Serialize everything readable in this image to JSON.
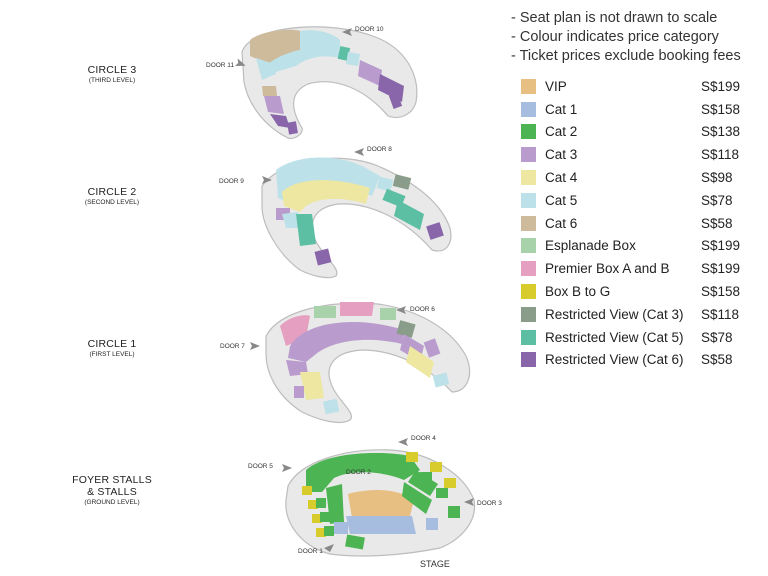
{
  "notes": [
    "- Seat plan is not drawn to scale",
    "- Colour indicates price category",
    "- Ticket prices exclude booking fees"
  ],
  "levels": [
    {
      "name": "CIRCLE 3",
      "sub": "(THIRD LEVEL)"
    },
    {
      "name": "CIRCLE 2",
      "sub": "(SECOND LEVEL)"
    },
    {
      "name": "CIRCLE 1",
      "sub": "(FIRST LEVEL)"
    },
    {
      "name": "FOYER STALLS",
      "name2": "& STALLS",
      "sub": "(GROUND LEVEL)"
    }
  ],
  "doors": {
    "d10": "DOOR 10",
    "d11": "DOOR 11",
    "d8": "DOOR 8",
    "d9": "DOOR 9",
    "d6": "DOOR 6",
    "d7": "DOOR 7",
    "d4": "DOOR 4",
    "d5": "DOOR 5",
    "d2": "DOOR 2",
    "d3": "DOOR 3",
    "d1": "DOOR 1"
  },
  "stage": "STAGE",
  "colors": {
    "vip": "#e8bf83",
    "cat1": "#a7bde0",
    "cat2": "#4cb452",
    "cat3": "#b99ccd",
    "cat4": "#ede7a2",
    "cat5": "#bde1e8",
    "cat6": "#cdbb9c",
    "esplanade": "#a8d2a9",
    "premier": "#e59fc0",
    "boxbg": "#d8cb2c",
    "rv3": "#8a9c8a",
    "rv5": "#5cbfa4",
    "rv6": "#8966a9",
    "floor": "#e9e9e9",
    "floorEdge": "#bdbdbd"
  },
  "legend": [
    {
      "label": "VIP",
      "price": "S$199",
      "color": "#e8bf83"
    },
    {
      "label": "Cat 1",
      "price": "S$158",
      "color": "#a7bde0"
    },
    {
      "label": "Cat 2",
      "price": "S$138",
      "color": "#4cb452"
    },
    {
      "label": "Cat 3",
      "price": "S$118",
      "color": "#b99ccd"
    },
    {
      "label": "Cat 4",
      "price": "S$98",
      "color": "#ede7a2"
    },
    {
      "label": "Cat 5",
      "price": "S$78",
      "color": "#bde1e8"
    },
    {
      "label": "Cat 6",
      "price": "S$58",
      "color": "#cdbb9c"
    },
    {
      "label": "Esplanade Box",
      "price": "S$199",
      "color": "#a8d2a9"
    },
    {
      "label": "Premier Box A and B",
      "price": "S$199",
      "color": "#e59fc0"
    },
    {
      "label": "Box B to G",
      "price": "S$158",
      "color": "#d8cb2c"
    },
    {
      "label": "Restricted View (Cat 3)",
      "price": "S$118",
      "color": "#8a9c8a"
    },
    {
      "label": "Restricted View (Cat 5)",
      "price": "S$78",
      "color": "#5cbfa4"
    },
    {
      "label": "Restricted View (Cat 6)",
      "price": "S$58",
      "color": "#8966a9"
    }
  ]
}
